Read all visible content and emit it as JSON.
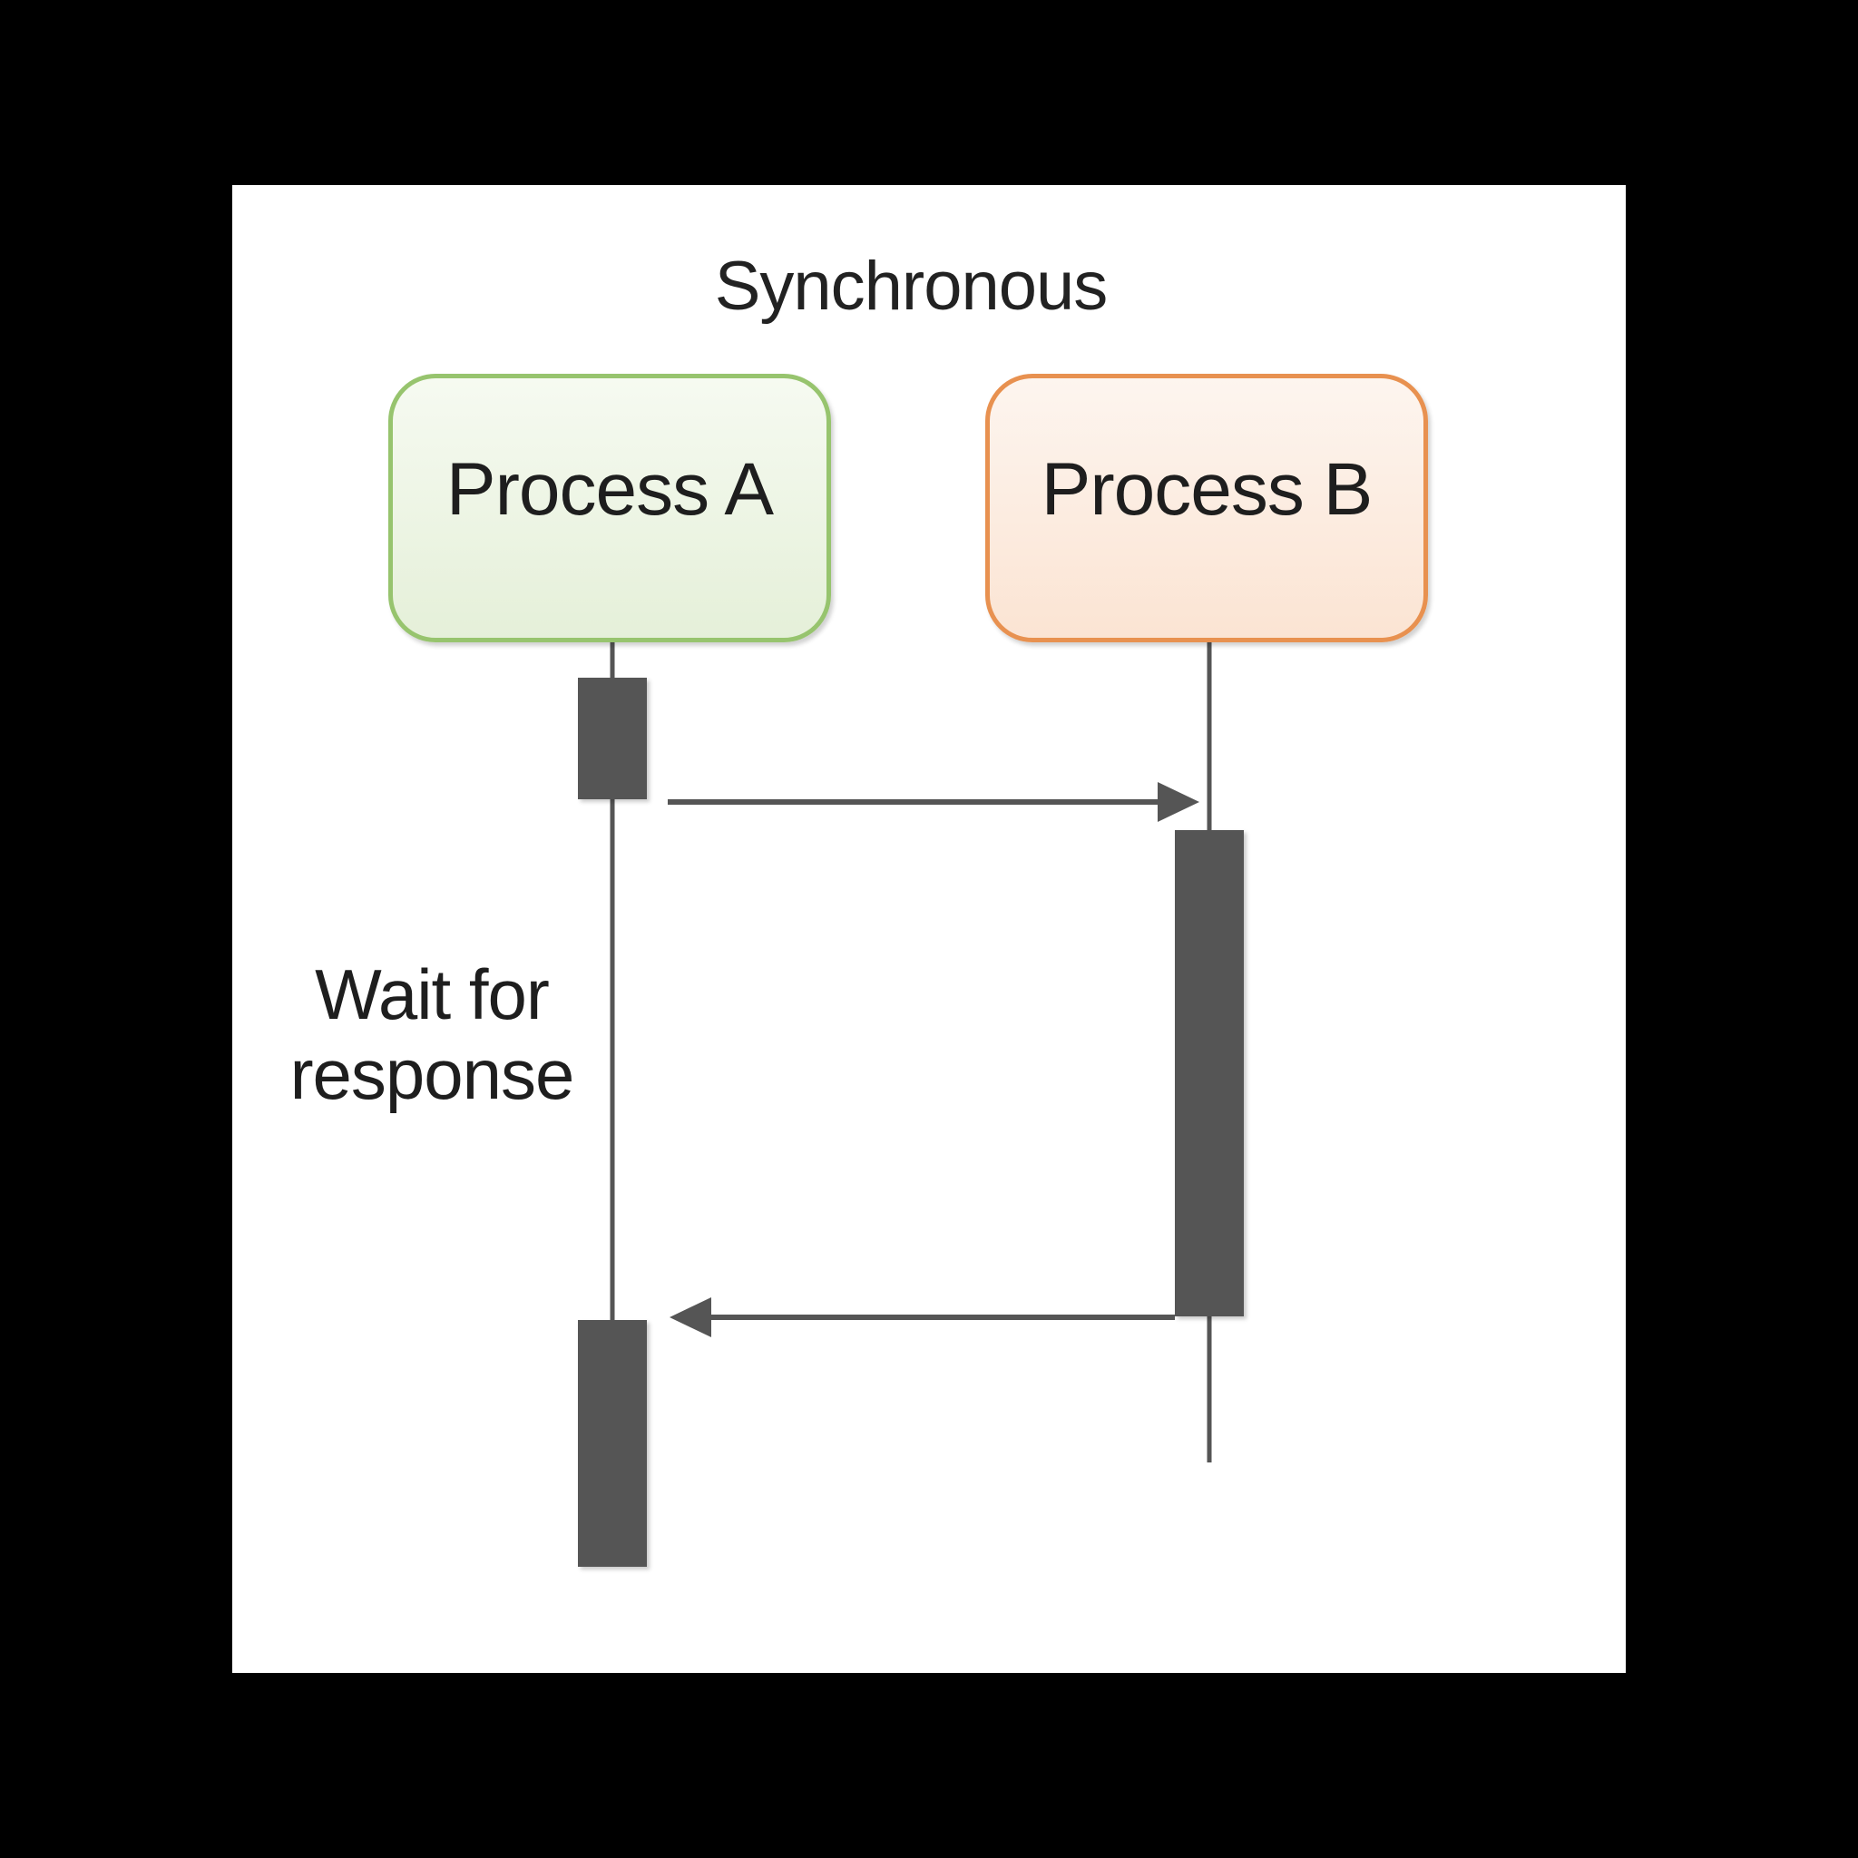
{
  "diagram": {
    "title": "Synchronous",
    "participants": [
      {
        "label": "Process A",
        "border_color": "#97c46e",
        "fill_color": "#eef5e6"
      },
      {
        "label": "Process B",
        "border_color": "#e89150",
        "fill_color": "#fcecdf"
      }
    ],
    "messages": [
      {
        "from": "Process A",
        "to": "Process B",
        "direction": "right"
      },
      {
        "from": "Process B",
        "to": "Process A",
        "direction": "left"
      }
    ],
    "note": {
      "line1": "Wait for",
      "line2": "response"
    },
    "colors": {
      "lifeline": "#555555",
      "activation": "#555555",
      "background": "#ffffff"
    }
  }
}
